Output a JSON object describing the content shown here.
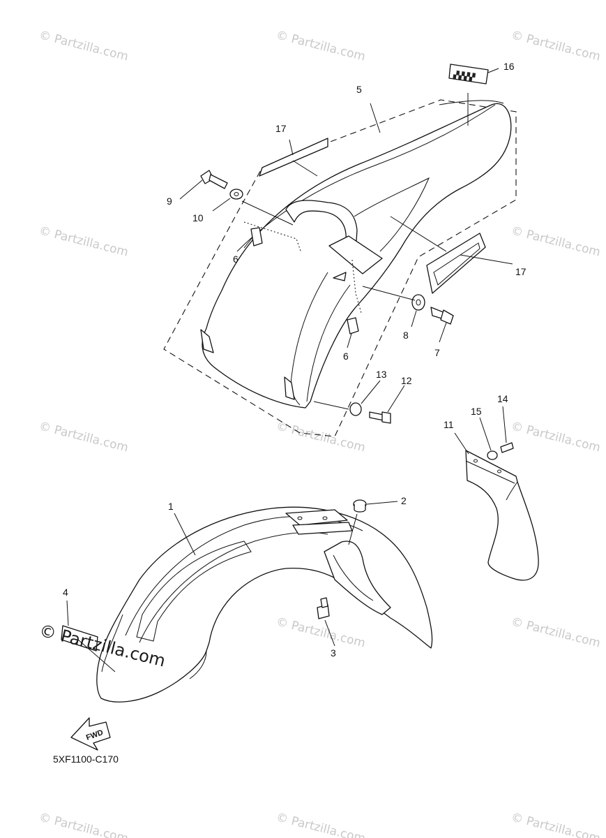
{
  "watermark": {
    "text": "© Partzilla.com",
    "large_text": "© Partzilla.com"
  },
  "diagram_code": "5XF1100-C170",
  "fwd_label": "FWD",
  "callouts": {
    "c1": "1",
    "c2": "2",
    "c3": "3",
    "c4": "4",
    "c5": "5",
    "c6a": "6",
    "c6b": "6",
    "c7": "7",
    "c8": "8",
    "c9": "9",
    "c10": "10",
    "c11": "11",
    "c12": "12",
    "c13": "13",
    "c14": "14",
    "c15": "15",
    "c16": "16",
    "c17a": "17",
    "c17b": "17"
  }
}
